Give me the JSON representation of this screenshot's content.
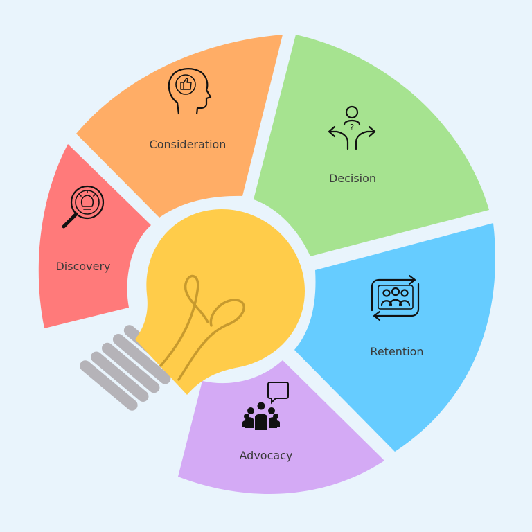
{
  "background": "#e9f4fc",
  "segments": [
    {
      "label": "Discovery",
      "color": "#ff7a7a",
      "icon": "magnifier-lightbulb-icon"
    },
    {
      "label": "Consideration",
      "color": "#ffad66",
      "icon": "head-thumbs-up-icon"
    },
    {
      "label": "Decision",
      "color": "#a6e390",
      "icon": "person-crossroads-question-icon"
    },
    {
      "label": "Retention",
      "color": "#66ccff",
      "icon": "group-cycle-arrows-icon"
    },
    {
      "label": "Advocacy",
      "color": "#d4aaf5",
      "icon": "group-speech-bubble-icon"
    }
  ],
  "center": {
    "icon": "lightbulb-icon",
    "bulb_color": "#ffcc4a",
    "base_color": "#b5b3b8",
    "filament_color": "#c79a2e"
  }
}
